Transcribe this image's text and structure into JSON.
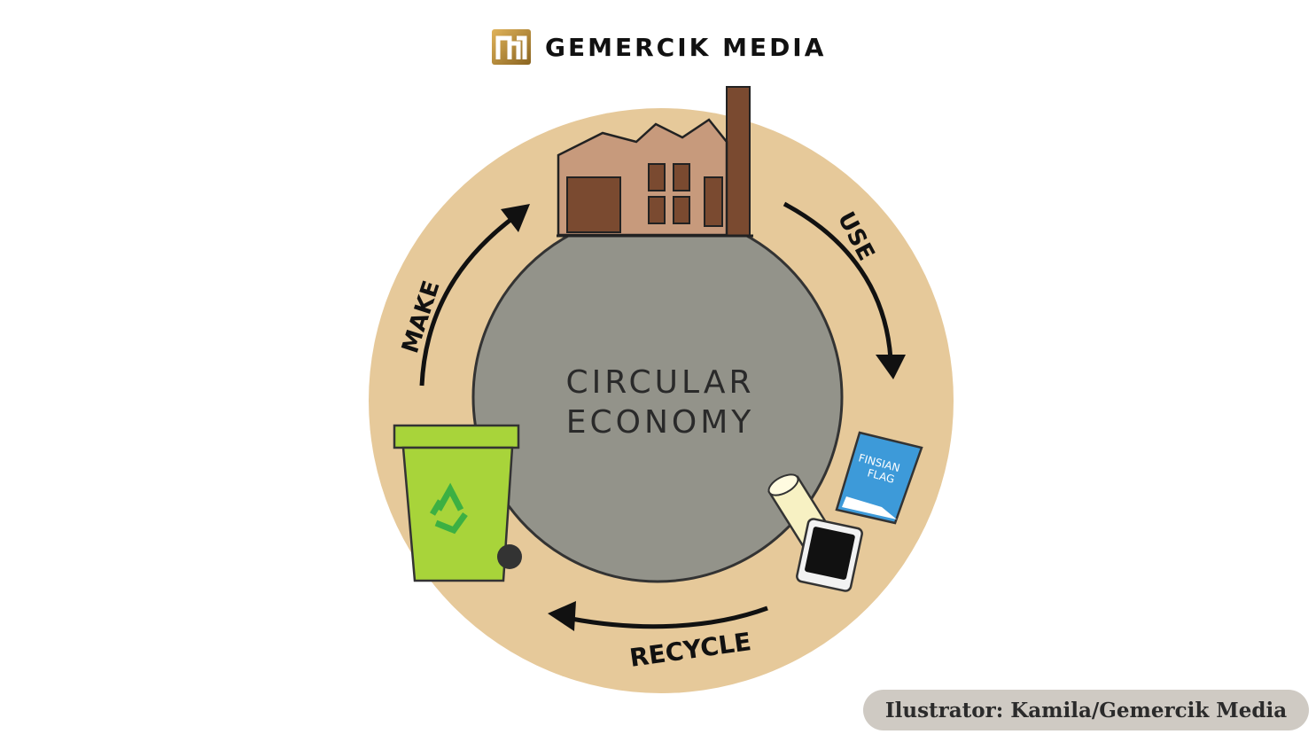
{
  "brand": {
    "name": "GEMERCIK MEDIA",
    "logo_icon": "gemercik-logo-icon"
  },
  "diagram": {
    "center_label_line1": "CIRCULAR",
    "center_label_line2": "ECONOMY",
    "stages": {
      "make": "MAKE",
      "use": "USE",
      "recycle": "RECYCLE"
    },
    "packet_label_line1": "FINSIAN",
    "packet_label_line2": "FLAG",
    "icons": [
      "factory-icon",
      "recycle-bin-icon",
      "can-icon",
      "phone-icon",
      "packet-icon"
    ],
    "colors": {
      "ring": "#e6c99a",
      "center": "#93938a",
      "factory": "#c79a7c",
      "bin": "#a8d43a",
      "recycle_symbol": "#3cb043",
      "packet": "#3d9ad9"
    }
  },
  "credit": {
    "text": "Ilustrator: Kamila/Gemercik Media"
  }
}
